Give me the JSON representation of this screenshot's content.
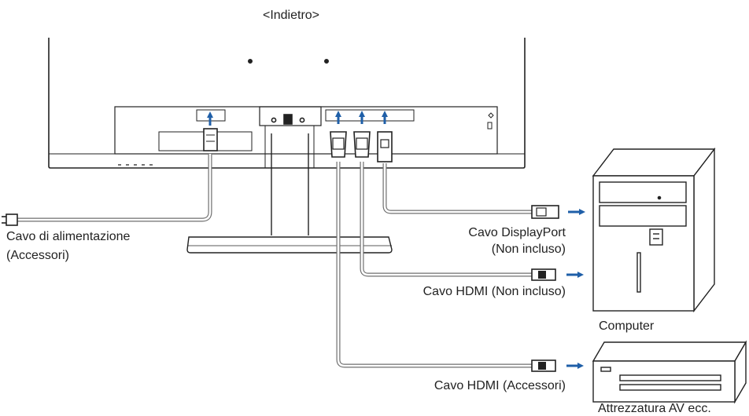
{
  "nav": {
    "back_link": "<Indietro>"
  },
  "labels": {
    "power_cable_line1": "Cavo di alimentazione",
    "power_cable_line2": "(Accessori)",
    "displayport_line1": "Cavo DisplayPort",
    "displayport_line2": "(Non incluso)",
    "hdmi_not_included": "Cavo HDMI (Non incluso)",
    "hdmi_accessories": "Cavo HDMI (Accessori)",
    "computer": "Computer",
    "av_equipment": "Attrezzatura AV ecc."
  },
  "colors": {
    "arrow": "#1f5fa8",
    "line": "#222222",
    "outline": "#6f6f6f"
  }
}
